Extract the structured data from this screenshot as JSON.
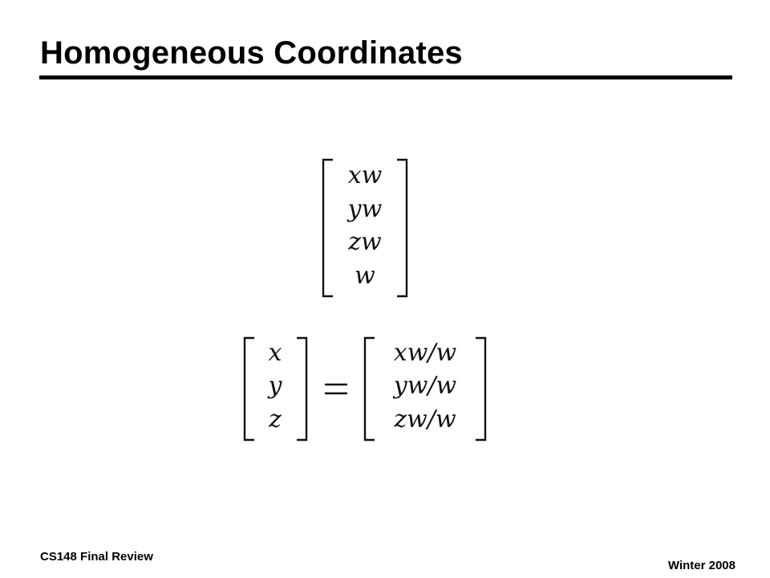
{
  "slide": {
    "title": "Homogeneous Coordinates"
  },
  "vector_4d": {
    "entries": [
      "xw",
      "yw",
      "zw",
      "w"
    ]
  },
  "projection_equation": {
    "lhs": [
      "x",
      "y",
      "z"
    ],
    "rhs": [
      "xw/w",
      "yw/w",
      "zw/w"
    ]
  },
  "footer": {
    "left": "CS148 Final Review",
    "right": "Winter 2008"
  }
}
